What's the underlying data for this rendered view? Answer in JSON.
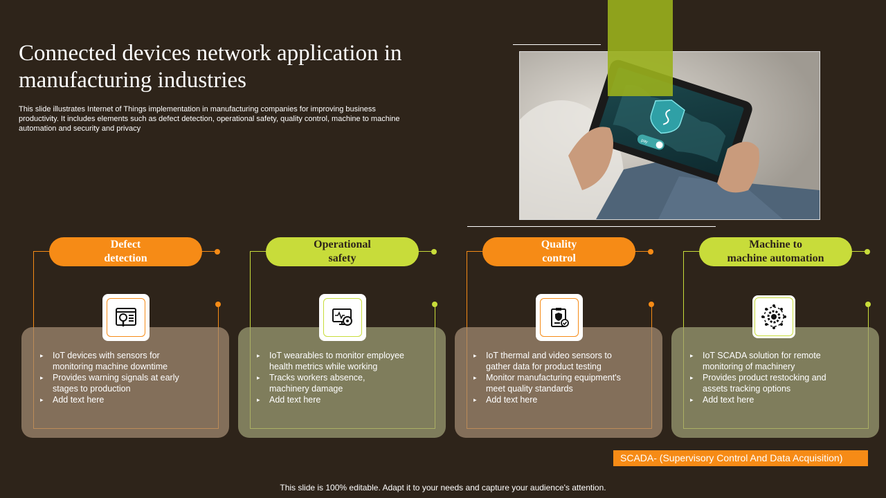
{
  "slide": {
    "title": "Connected devices network application in manufacturing industries",
    "subtitle": "This slide illustrates Internet of Things implementation in manufacturing companies for improving business productivity. It includes elements such as defect detection, operational safety, quality control, machine to machine automation and security and privacy"
  },
  "colors": {
    "background": "#2e241a",
    "orange": "#f68b16",
    "green": "#c8dc3a",
    "olive": "#9ab01d"
  },
  "image": {
    "semantic": "hand-holding-tablet-security-shield-photo",
    "tablet_button_label": "pay"
  },
  "sections": [
    {
      "title": "Defect\ndetection",
      "icon": "magnifier-on-browser-icon",
      "bullets": [
        "IoT devices with sensors for\nmonitoring machine downtime",
        "Provides warning signals at early\nstages to production",
        "Add text here"
      ]
    },
    {
      "title": "Operational\nsafety",
      "icon": "monitor-with-gear-icon",
      "bullets": [
        "IoT wearables to monitor employee\nhealth metrics while working",
        "Tracks workers absence,\n machinery damage",
        "Add text here"
      ]
    },
    {
      "title": "Quality\ncontrol",
      "icon": "clipboard-shield-checkmark-icon",
      "bullets": [
        "IoT thermal and video  sensors to\ngather data for product testing",
        "Monitor manufacturing  equipment's\nmeet quality standards",
        "Add text here"
      ]
    },
    {
      "title": "Machine to\nmachine automation",
      "icon": "gear-network-icon",
      "bullets": [
        "IoT SCADA solution for remote\nmonitoring of machinery",
        "Provides  product restocking and\nassets tracking options",
        "Add text here"
      ]
    }
  ],
  "note": "SCADA- (Supervisory Control And Data Acquisition)",
  "footer": "This slide is 100% editable. Adapt it to your needs and capture your audience's attention."
}
